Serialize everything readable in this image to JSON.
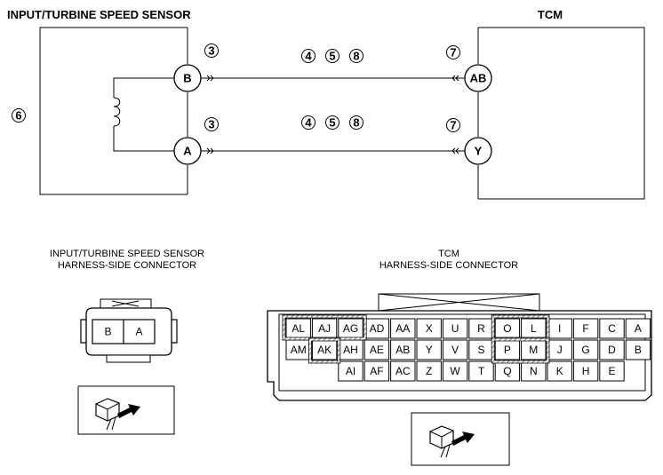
{
  "wiring": {
    "sensor_title": "INPUT/TURBINE SPEED SENSOR",
    "tcm_title": "TCM",
    "sensor_ref": "6",
    "terminals": {
      "sensor_b": "B",
      "sensor_a": "A",
      "tcm_ab": "AB",
      "tcm_y": "Y"
    },
    "refs_upper": {
      "sensor_side": "3",
      "middle": [
        "4",
        "5",
        "8"
      ],
      "tcm_side": "7"
    },
    "refs_lower": {
      "sensor_side": "3",
      "middle": [
        "4",
        "5",
        "8"
      ],
      "tcm_side": "7"
    }
  },
  "sensor_connector": {
    "caption_line1": "INPUT/TURBINE SPEED SENSOR",
    "caption_line2": "HARNESS-SIDE CONNECTOR",
    "pins": [
      "B",
      "A"
    ]
  },
  "tcm_connector": {
    "caption_line1": "TCM",
    "caption_line2": "HARNESS-SIDE CONNECTOR",
    "rows": [
      [
        "AL",
        "AJ",
        "AG",
        "AD",
        "AA",
        "X",
        "U",
        "R",
        "O",
        "L",
        "I",
        "F",
        "C",
        "A"
      ],
      [
        "AM",
        "AK",
        "AH",
        "AE",
        "AB",
        "Y",
        "V",
        "S",
        "P",
        "M",
        "J",
        "G",
        "D",
        "B"
      ],
      [
        "AI",
        "AF",
        "AC",
        "Z",
        "W",
        "T",
        "Q",
        "N",
        "K",
        "H",
        "E"
      ]
    ]
  },
  "icons": {
    "sensor_view": "connector-view-icon",
    "tcm_view": "connector-view-icon"
  }
}
